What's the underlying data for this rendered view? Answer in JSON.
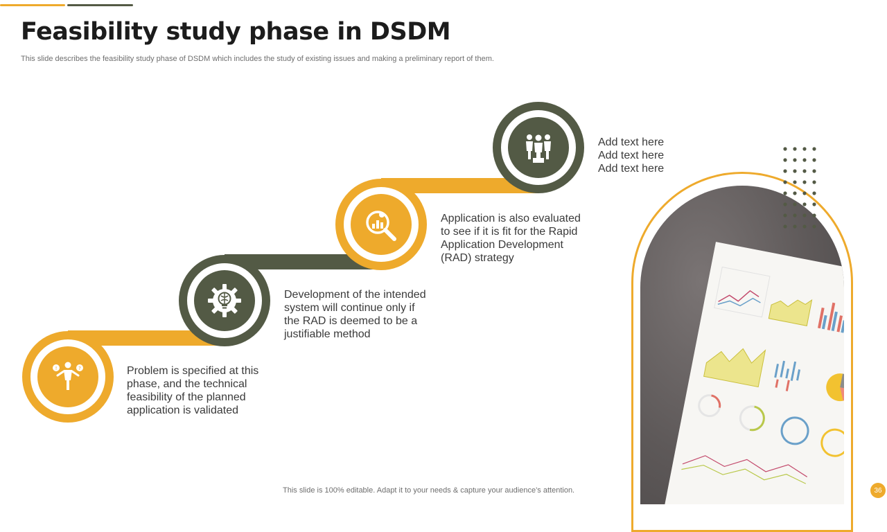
{
  "colors": {
    "accent": "#eeaa2c",
    "dark": "#535a45",
    "text": "#3a3a3a"
  },
  "slide": {
    "title": "Feasibility study phase in DSDM",
    "subtitle": "This slide describes the feasibility study phase of DSDM which includes the study of existing issues and making a preliminary report of them.",
    "footer": "This slide is 100% editable. Adapt it to your needs & capture your audience’s attention.",
    "page_number": "36"
  },
  "steps": [
    {
      "icon": "person-balance-icon",
      "color": "accent",
      "lines": [
        "Problem is specified at this",
        "phase, and the technical",
        "feasibility of the planned",
        "application is validated"
      ]
    },
    {
      "icon": "gear-brain-bulb-icon",
      "color": "dark",
      "lines": [
        "Development of the intended",
        "system will continue only if",
        "the RAD is deemed to be a",
        "justifiable method"
      ]
    },
    {
      "icon": "magnifier-chart-icon",
      "color": "accent",
      "lines": [
        "Application is also evaluated",
        "to see if it is fit for the Rapid",
        "Application Development",
        "(RAD) strategy"
      ]
    },
    {
      "icon": "team-icon",
      "color": "dark",
      "lines": [
        "Add text here",
        "Add text here",
        "Add text here"
      ]
    }
  ]
}
